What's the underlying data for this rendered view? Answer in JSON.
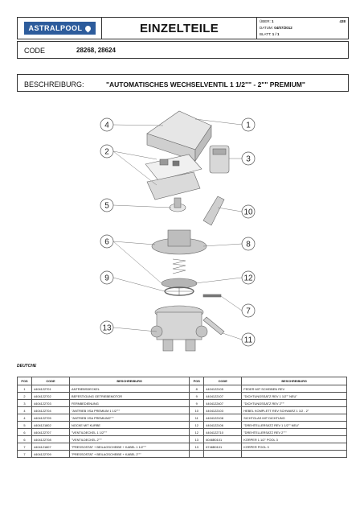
{
  "header": {
    "logo_text": "ASTRALPOOL",
    "title": "EINZELTEILE",
    "uber_label": "ÜBER:",
    "uber_value": "1",
    "doc_number": "438",
    "datum_label": "DATUM:",
    "datum_value": "04/07/2012",
    "blatt_label": "BLATT:",
    "blatt_value": "1 / 1",
    "brand_color": "#2d5c9c"
  },
  "code": {
    "label": "CODE",
    "value": "28268, 28624"
  },
  "description": {
    "label": "BESCHREIBURG:",
    "value": "\"AUTOMATISCHES WECHSELVENTIL 1 1/2\"\" - 2\"\" PREMIUM\""
  },
  "diagram": {
    "callouts": [
      "4",
      "1",
      "2",
      "3",
      "5",
      "10",
      "6",
      "8",
      "9",
      "12",
      "7",
      "13",
      "11"
    ]
  },
  "section_label": "DEUTCHE",
  "table": {
    "headers": [
      "POS",
      "CODE",
      "BESCHREIBURG",
      "POS",
      "CODE",
      "BESCHREIBURG"
    ],
    "rows": [
      [
        "1",
        "4404122701",
        "ANTRIEBSDECKEL",
        "8",
        "4404122105",
        "FEDER MIT SCHEIBEN REV"
      ],
      [
        "2",
        "4404122702",
        "BEFESTIGUNG GETRIEBEMOTOR",
        "9",
        "4404122107",
        "\"DICHTUNGSSATZ REV 1 1/2\"\" NEU\""
      ],
      [
        "3",
        "4404122703",
        "FERNBEDIENUNG",
        "9",
        "4404122407",
        "\"DICHTUNGSSATZ REV 2\"\"\""
      ],
      [
        "4",
        "4404122704",
        "\"ANTRIEB VSA PREMIUM 1 1/2\"\"\"",
        "10",
        "4404122103",
        "HEBEL KOMPLETT REV SCHWARZ 1 1/2 - 2\""
      ],
      [
        "4",
        "4404122705",
        "\"ANTRIEB VSA PREMIUM2\"\"\"",
        "11",
        "4404122108",
        "SICHTGLAS MIT DICHTUNG"
      ],
      [
        "5",
        "4404121802",
        "NOCKE MIT KURBE",
        "12",
        "4404122106",
        "\"DREHTELLERSATZ REV 1 1/2\"\" NEU\""
      ],
      [
        "6",
        "4404122707",
        "\"VENTILDECKEL 1 1/2\"\"\"",
        "12",
        "4404122710",
        "\"DREHTELLERSATZ REV 2\"\"\""
      ],
      [
        "6",
        "4404122708",
        "\"VENTILDECKEL 2\"\"\"",
        "13",
        "6046B0101",
        "KÖRPER 1 1/2\" POOL 3"
      ],
      [
        "7",
        "4404121807",
        "\"PRESSOSTAT + BEILAGSCHEIBE + KABEL 1 1/2\"\"\"",
        "13",
        "6746B0101",
        "KÖRPER POOL 3"
      ],
      [
        "7",
        "4404122709",
        "\"PRESSOSTAT + BEILAGSCHEIBE + KABEL 2\"\"\"",
        "",
        "",
        ""
      ]
    ]
  }
}
